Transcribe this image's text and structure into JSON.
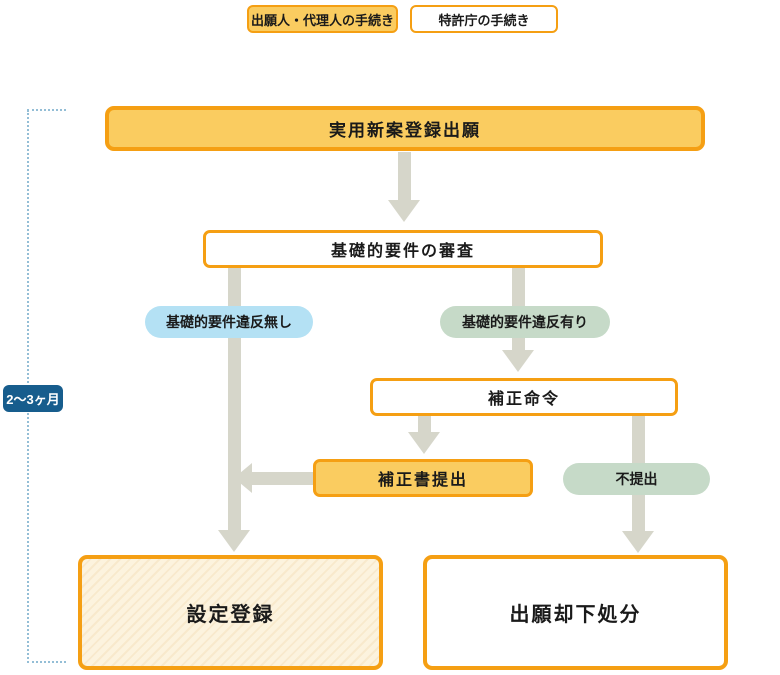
{
  "legend": {
    "applicant_label": "出願人・代理人の手続き",
    "office_label": "特許庁の手続き"
  },
  "timeline": {
    "duration_label": "2〜3ヶ月"
  },
  "nodes": {
    "application": "実用新案登録出願",
    "examination": "基礎的要件の審査",
    "no_violation": "基礎的要件違反無し",
    "violation": "基礎的要件違反有り",
    "amendment_order": "補正命令",
    "amendment_submitted": "補正書提出",
    "not_submitted": "不提出",
    "registration": "設定登録",
    "rejection": "出願却下処分"
  },
  "colors": {
    "accent_orange": "#F59F13",
    "fill_orange": "#FACC60",
    "pill_blue": "#B4E1F4",
    "pill_green": "#C6DAC8",
    "arrow_gray": "#D6D6CA",
    "badge_blue": "#175D8D",
    "bracket_blue": "#94BED6",
    "registration_cream": "#FCF3DE"
  }
}
